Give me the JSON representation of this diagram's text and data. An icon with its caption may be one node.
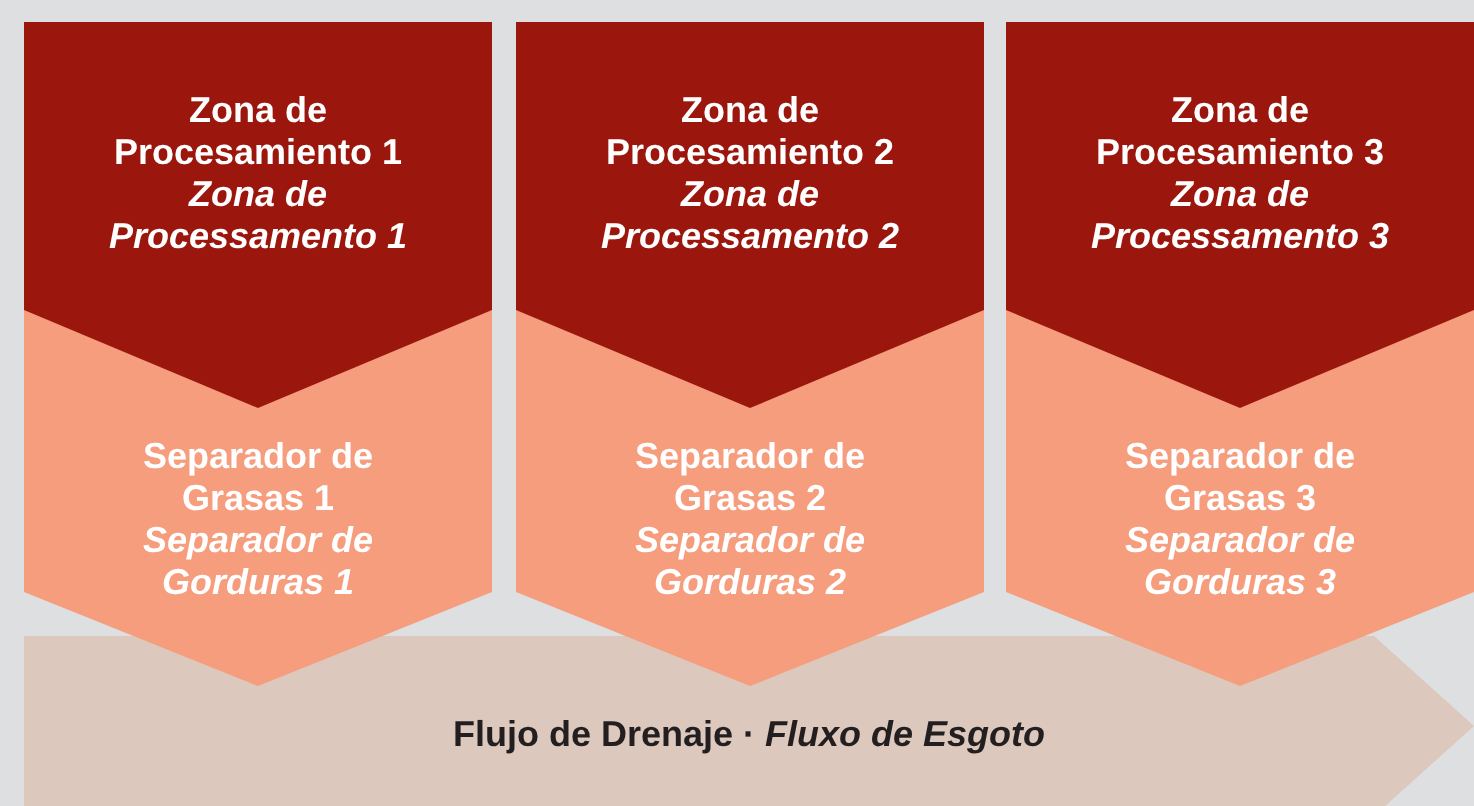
{
  "diagram": {
    "nodes": [
      {
        "text": [
          "Zona de Procesamiento 1",
          "Zona de Processamento 1"
        ]
      },
      {
        "text": [
          "Zona de Procesamiento 2",
          "Zona de Processamento 2"
        ]
      },
      {
        "text": [
          "Zona de Procesamiento 3",
          "Zona de Processamento 3"
        ]
      },
      {
        "text": [
          "Separador de Grasas 1",
          "Separador de Gorduras 1"
        ]
      },
      {
        "text": [
          "Separador de Grasas 2",
          "Separador de Gorduras 2"
        ]
      },
      {
        "text": [
          "Separador de Grasas 3",
          "Separador de Gorduras 3"
        ]
      },
      {
        "text": [
          "Flujo de Drenaje · *Fluxo de Esgoto*"
        ]
      }
    ]
  }
}
